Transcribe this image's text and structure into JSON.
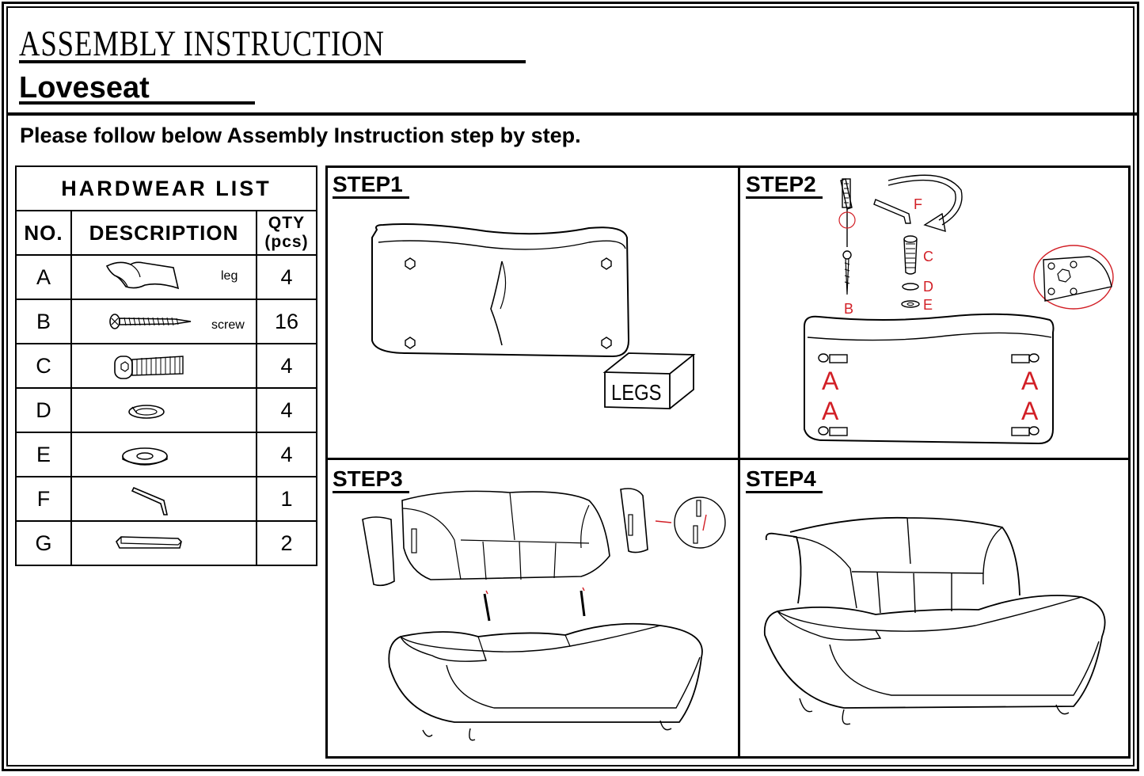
{
  "header": {
    "title": "ASSEMBLY INSTRUCTION",
    "product": "Loveseat"
  },
  "intro": "Please follow below Assembly Instruction step by step.",
  "hardware": {
    "title": "HARDWEAR LIST",
    "columns": {
      "no": "NO.",
      "description": "DESCRIPTION",
      "qty_line1": "QTY",
      "qty_line2": "(pcs)"
    },
    "rows": [
      {
        "no": "A",
        "label": "leg",
        "qty": "4",
        "icon": "leg-icon"
      },
      {
        "no": "B",
        "label": "screw",
        "qty": "16",
        "icon": "screw-icon"
      },
      {
        "no": "C",
        "label": "",
        "qty": "4",
        "icon": "bolt-icon"
      },
      {
        "no": "D",
        "label": "",
        "qty": "4",
        "icon": "spring-washer-icon"
      },
      {
        "no": "E",
        "label": "",
        "qty": "4",
        "icon": "flat-washer-icon"
      },
      {
        "no": "F",
        "label": "",
        "qty": "1",
        "icon": "allen-key-icon"
      },
      {
        "no": "G",
        "label": "",
        "qty": "2",
        "icon": "connector-bracket-icon"
      }
    ]
  },
  "steps": {
    "step1": {
      "label": "STEP1",
      "box_label": "LEGS"
    },
    "step2": {
      "label": "STEP2",
      "callouts": [
        "F",
        "C",
        "D",
        "E",
        "B"
      ],
      "leg_marks": [
        "A",
        "A",
        "A",
        "A"
      ]
    },
    "step3": {
      "label": "STEP3"
    },
    "step4": {
      "label": "STEP4"
    }
  },
  "colors": {
    "ink": "#000000",
    "callout": "#d21f26",
    "background": "#ffffff"
  }
}
